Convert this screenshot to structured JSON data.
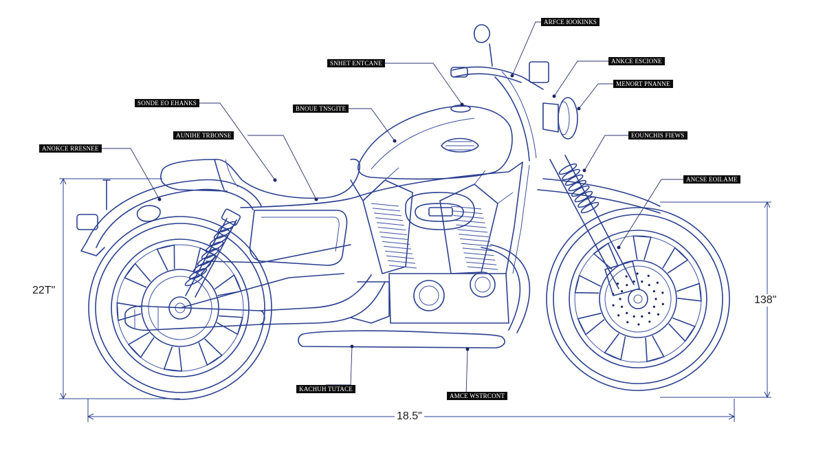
{
  "callouts": {
    "top_right_1": "ARFCE ЮOKINKS",
    "top_mid": "SNHET ENTCANE",
    "right_2": "ANKCE ESCIONE",
    "right_3": "MENORT PNANNE",
    "left_1": "SONDE EO EHANKS",
    "mid_tank": "BNOUE TNSGITE",
    "left_2": "AUNIHE TRBONSE",
    "left_3": "ANOKCE RRESNEE",
    "right_4": "EOUNCHIS FIEWS",
    "right_5": "ANCSE EOILAME",
    "bottom_mid": "KACHUH TUTACE",
    "bottom_right": "AMCE WSTRCONT"
  },
  "dimensions": {
    "left_height": "22T\"",
    "right_height": "138\"",
    "overall_length": "18.5\""
  },
  "colors": {
    "line": "#2a3f8f",
    "label_bg": "#0c0c0c",
    "label_text": "#ffffff"
  }
}
